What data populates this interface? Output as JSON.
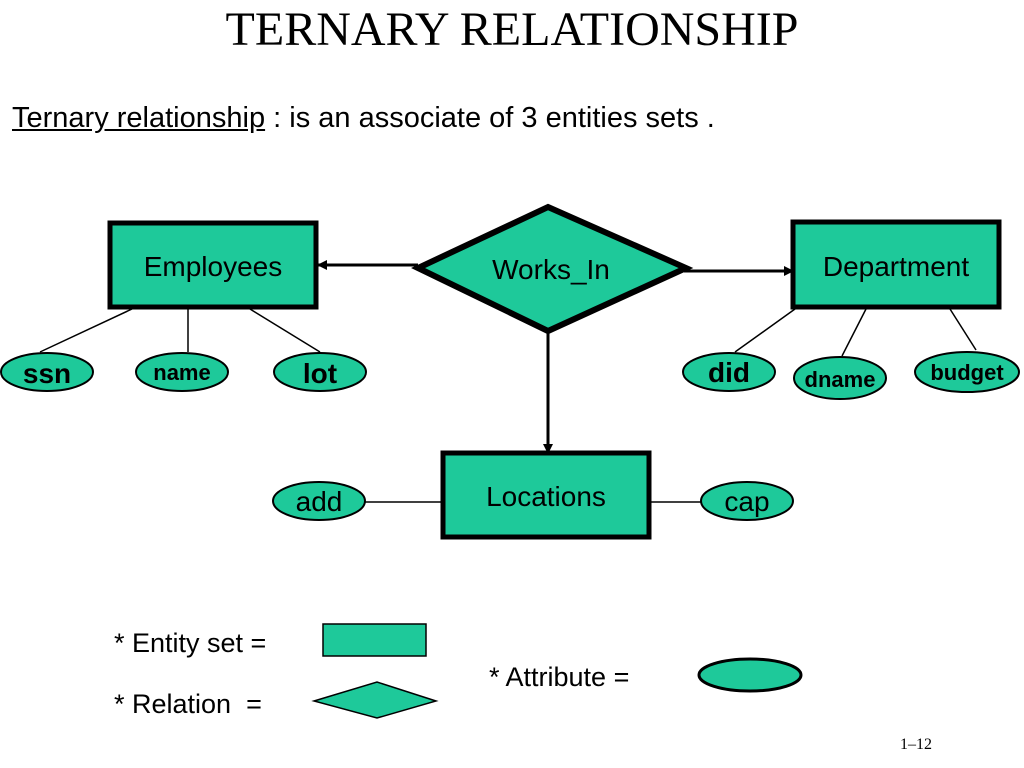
{
  "title": "TERNARY RELATIONSHIP",
  "definition": {
    "term": "Ternary relationship",
    "text": " : is an associate of 3 entities sets ."
  },
  "colors": {
    "fill": "#1ec99a",
    "stroke": "#000000",
    "background": "#ffffff"
  },
  "entities": {
    "employees": "Employees",
    "department": "Department",
    "locations": "Locations"
  },
  "relationship": {
    "label": "Works_In"
  },
  "attributes": {
    "ssn": "ssn",
    "name": "name",
    "lot": "lot",
    "did": "did",
    "dname": "dname",
    "budget": "budget",
    "add": "add",
    "cap": "cap"
  },
  "legend": {
    "entity_set": "* Entity set =",
    "relation": "* Relation  =",
    "attribute": "* Attribute ="
  },
  "slide_number": "1–12"
}
